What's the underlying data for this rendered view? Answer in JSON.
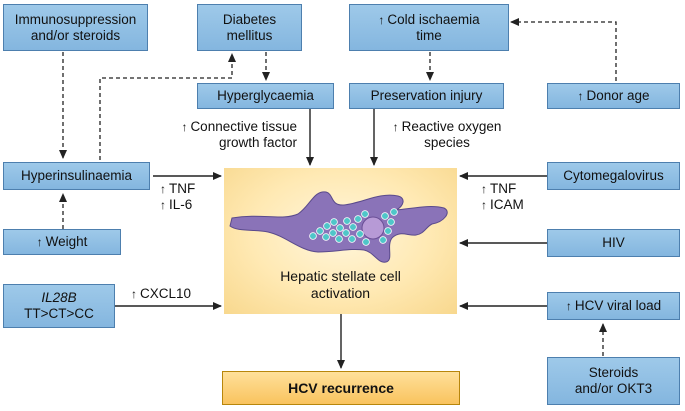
{
  "boxes": {
    "immunosuppression": {
      "line1": "Immunosuppression",
      "line2": "and/or steroids"
    },
    "diabetes": {
      "line1": "Diabetes",
      "line2": "mellitus"
    },
    "cold_ischaemia": {
      "arrow": "↑",
      "line1": "Cold ischaemia",
      "line2": "time"
    },
    "hyperglycaemia": "Hyperglycaemia",
    "preservation_injury": "Preservation injury",
    "donor_age": {
      "arrow": "↑",
      "text": "Donor age"
    },
    "hyperinsulinaemia": "Hyperinsulinaemia",
    "cytomegalovirus": "Cytomegalovirus",
    "weight": {
      "arrow": "↑",
      "text": "Weight"
    },
    "hiv": "HIV",
    "il28b": {
      "gene": "IL28B",
      "genotypes": "TT>CT>CC"
    },
    "hcv_viral_load": {
      "arrow": "↑",
      "text": "HCV viral load"
    },
    "steroids_okt3": {
      "line1": "Steroids",
      "line2": "and/or OKT3"
    }
  },
  "mediators": {
    "ctgf": {
      "arrow": "↑",
      "line1": "Connective tissue",
      "line2": "growth factor"
    },
    "ros": {
      "arrow": "↑",
      "line1": "Reactive oxygen",
      "line2": "species"
    },
    "tnf_left": {
      "arrow": "↑",
      "text": "TNF"
    },
    "il6": {
      "arrow": "↑",
      "text": "IL-6"
    },
    "tnf_right": {
      "arrow": "↑",
      "text": "TNF"
    },
    "icam": {
      "arrow": "↑",
      "text": "ICAM"
    },
    "cxcl10": {
      "arrow": "↑",
      "text": "CXCL10"
    }
  },
  "center": {
    "line1": "Hepatic stellate cell",
    "line2": "activation"
  },
  "outcome": "HCV recurrence",
  "colors": {
    "box_fill": "#8fbfe4",
    "box_border": "#4d7fae",
    "center_fill": "#ffe9b3",
    "cell_body": "#8a73b8",
    "droplets": "#4fc6c9",
    "outcome_fill": "#f9c35e"
  }
}
